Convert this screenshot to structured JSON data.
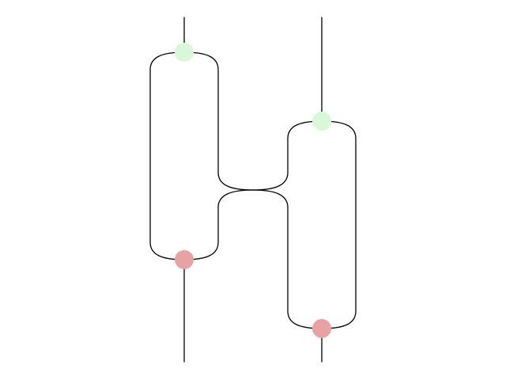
{
  "diagram": {
    "background_color": "#ffffff",
    "wire_color": "#000000",
    "node_colors": {
      "green": "#d9f7d9",
      "red": "#e8a2a4"
    },
    "nodes": [
      {
        "id": "left-top",
        "kind": "green"
      },
      {
        "id": "left-bottom",
        "kind": "red"
      },
      {
        "id": "right-top",
        "kind": "green"
      },
      {
        "id": "right-bottom",
        "kind": "red"
      }
    ]
  }
}
